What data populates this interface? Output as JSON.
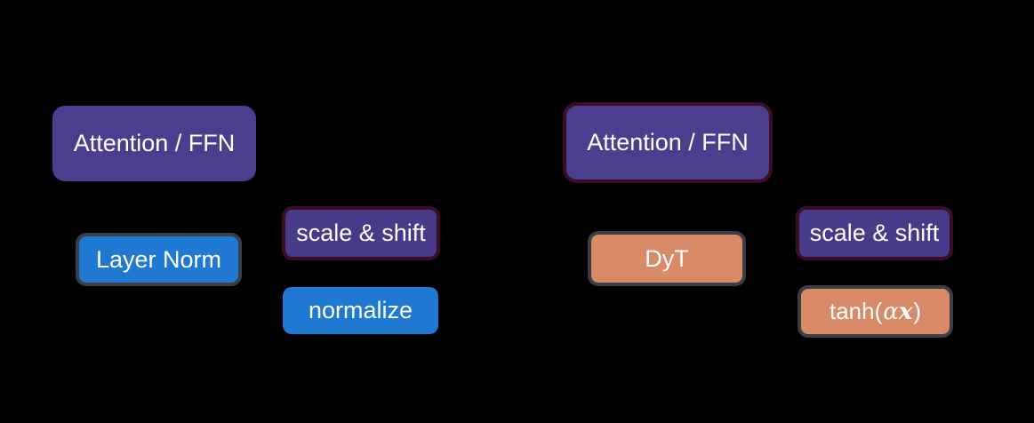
{
  "diagram": {
    "title_semantic": "LayerNorm vs DyT block comparison",
    "left_block": {
      "attention_label": "Attention / FFN",
      "layer_norm_label": "Layer Norm",
      "scale_shift_label": "scale & shift",
      "normalize_label": "normalize"
    },
    "right_block": {
      "attention_label": "Attention / FFN",
      "dyt_label": "DyT",
      "scale_shift_label": "scale & shift",
      "tanh_prefix": "tanh(",
      "tanh_alpha": "α",
      "tanh_x": "x",
      "tanh_suffix": ")"
    },
    "colors": {
      "background": "#000000",
      "purple_fill": "#4a3e8e",
      "purple_fill_small": "#463a89",
      "blue_fill": "#1f78d2",
      "orange_fill": "#d98a66",
      "maroon_border": "#3a0f26",
      "gray_border": "#3a3f46",
      "text": "#ffffff"
    }
  }
}
